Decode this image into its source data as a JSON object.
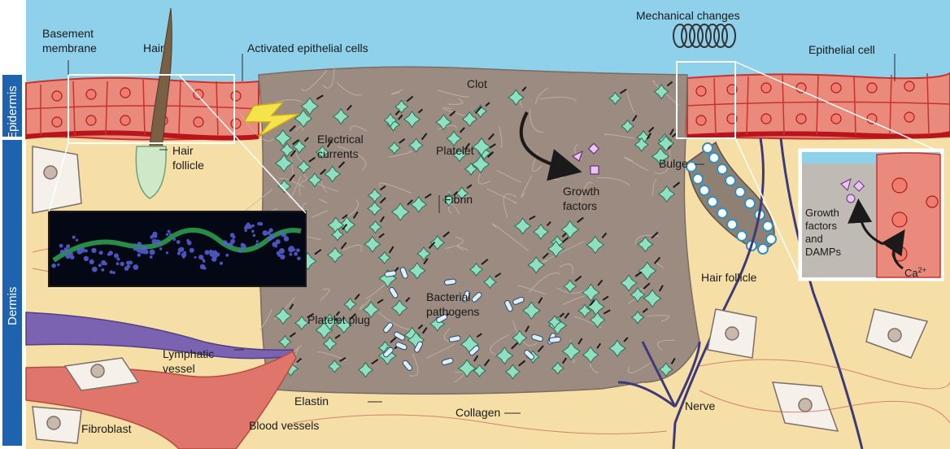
{
  "side_labels": {
    "epidermis": "Epidermis",
    "dermis": "Dermis"
  },
  "labels": {
    "basement_1": "Basement",
    "basement_2": "membrane",
    "hair": "Hair",
    "activated": "Activated epithelial cells",
    "mechanical": "Mechanical changes",
    "epithelial_cell": "Epithelial cell",
    "clot": "Clot",
    "electrical_1": "Electrical",
    "electrical_2": "currents",
    "platelet": "Platelet",
    "hair_follicle_left_1": "Hair",
    "hair_follicle_left_2": "follicle",
    "fibrin": "Fibrin",
    "growth_1": "Growth",
    "growth_2": "factors",
    "bulge": "Bulge",
    "inset_1": "Growth",
    "inset_2": "factors",
    "inset_3": "and",
    "inset_4": "DAMPs",
    "calcium": "Ca",
    "calcium_sup": "2+",
    "hair_follicle_right": "Hair follicle",
    "bacterial_1": "Bacterial",
    "bacterial_2": "pathogens",
    "platelet_plug": "Platelet plug",
    "lymphatic_1": "Lymphatic",
    "lymphatic_2": "vessel",
    "elastin": "Elastin",
    "collagen": "Collagen",
    "nerve": "Nerve",
    "fibroblast": "Fibroblast",
    "blood_vessels": "Blood vessels"
  },
  "colors": {
    "sky": "#8fd0ea",
    "dermis": "#f6dfa6",
    "epidermis": "#e98a7c",
    "cell_border": "#c8322e",
    "basement": "#b8141b",
    "clot": "#9b8b80",
    "platelet": "#8fe0c1",
    "lymphatic": "#7b63b2",
    "blood": "#e0766b",
    "nerve": "#3e3a78",
    "follicle_cells": "#2f8fc4",
    "side_bar": "#1f62b0"
  },
  "icons": [
    "lightning-bolt-icon",
    "coiled-spring-icon",
    "curved-arrow-icon",
    "triangle-growth-factor-icon",
    "diamond-growth-factor-icon",
    "square-growth-factor-icon"
  ]
}
